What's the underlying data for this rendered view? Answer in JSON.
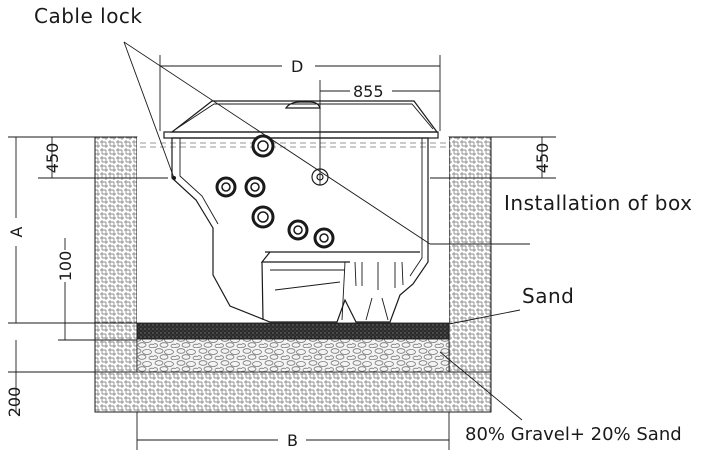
{
  "labels": {
    "cable_lock": "Cable lock",
    "installation_of_box": "Installation of box",
    "sand": "Sand",
    "gravel_sand": "80% Gravel+ 20% Sand"
  },
  "dimensions": {
    "d": "D",
    "d_855": "855",
    "left_450": "450",
    "right_450": "450",
    "a": "A",
    "d_100": "100",
    "d_200": "200",
    "b": "B"
  },
  "colors": {
    "line": "#1a1a1a",
    "concrete_hatch": "#9a9a9a",
    "sand_layer": "#2a2a2a",
    "gravel_fill": "#f2f2f2"
  }
}
